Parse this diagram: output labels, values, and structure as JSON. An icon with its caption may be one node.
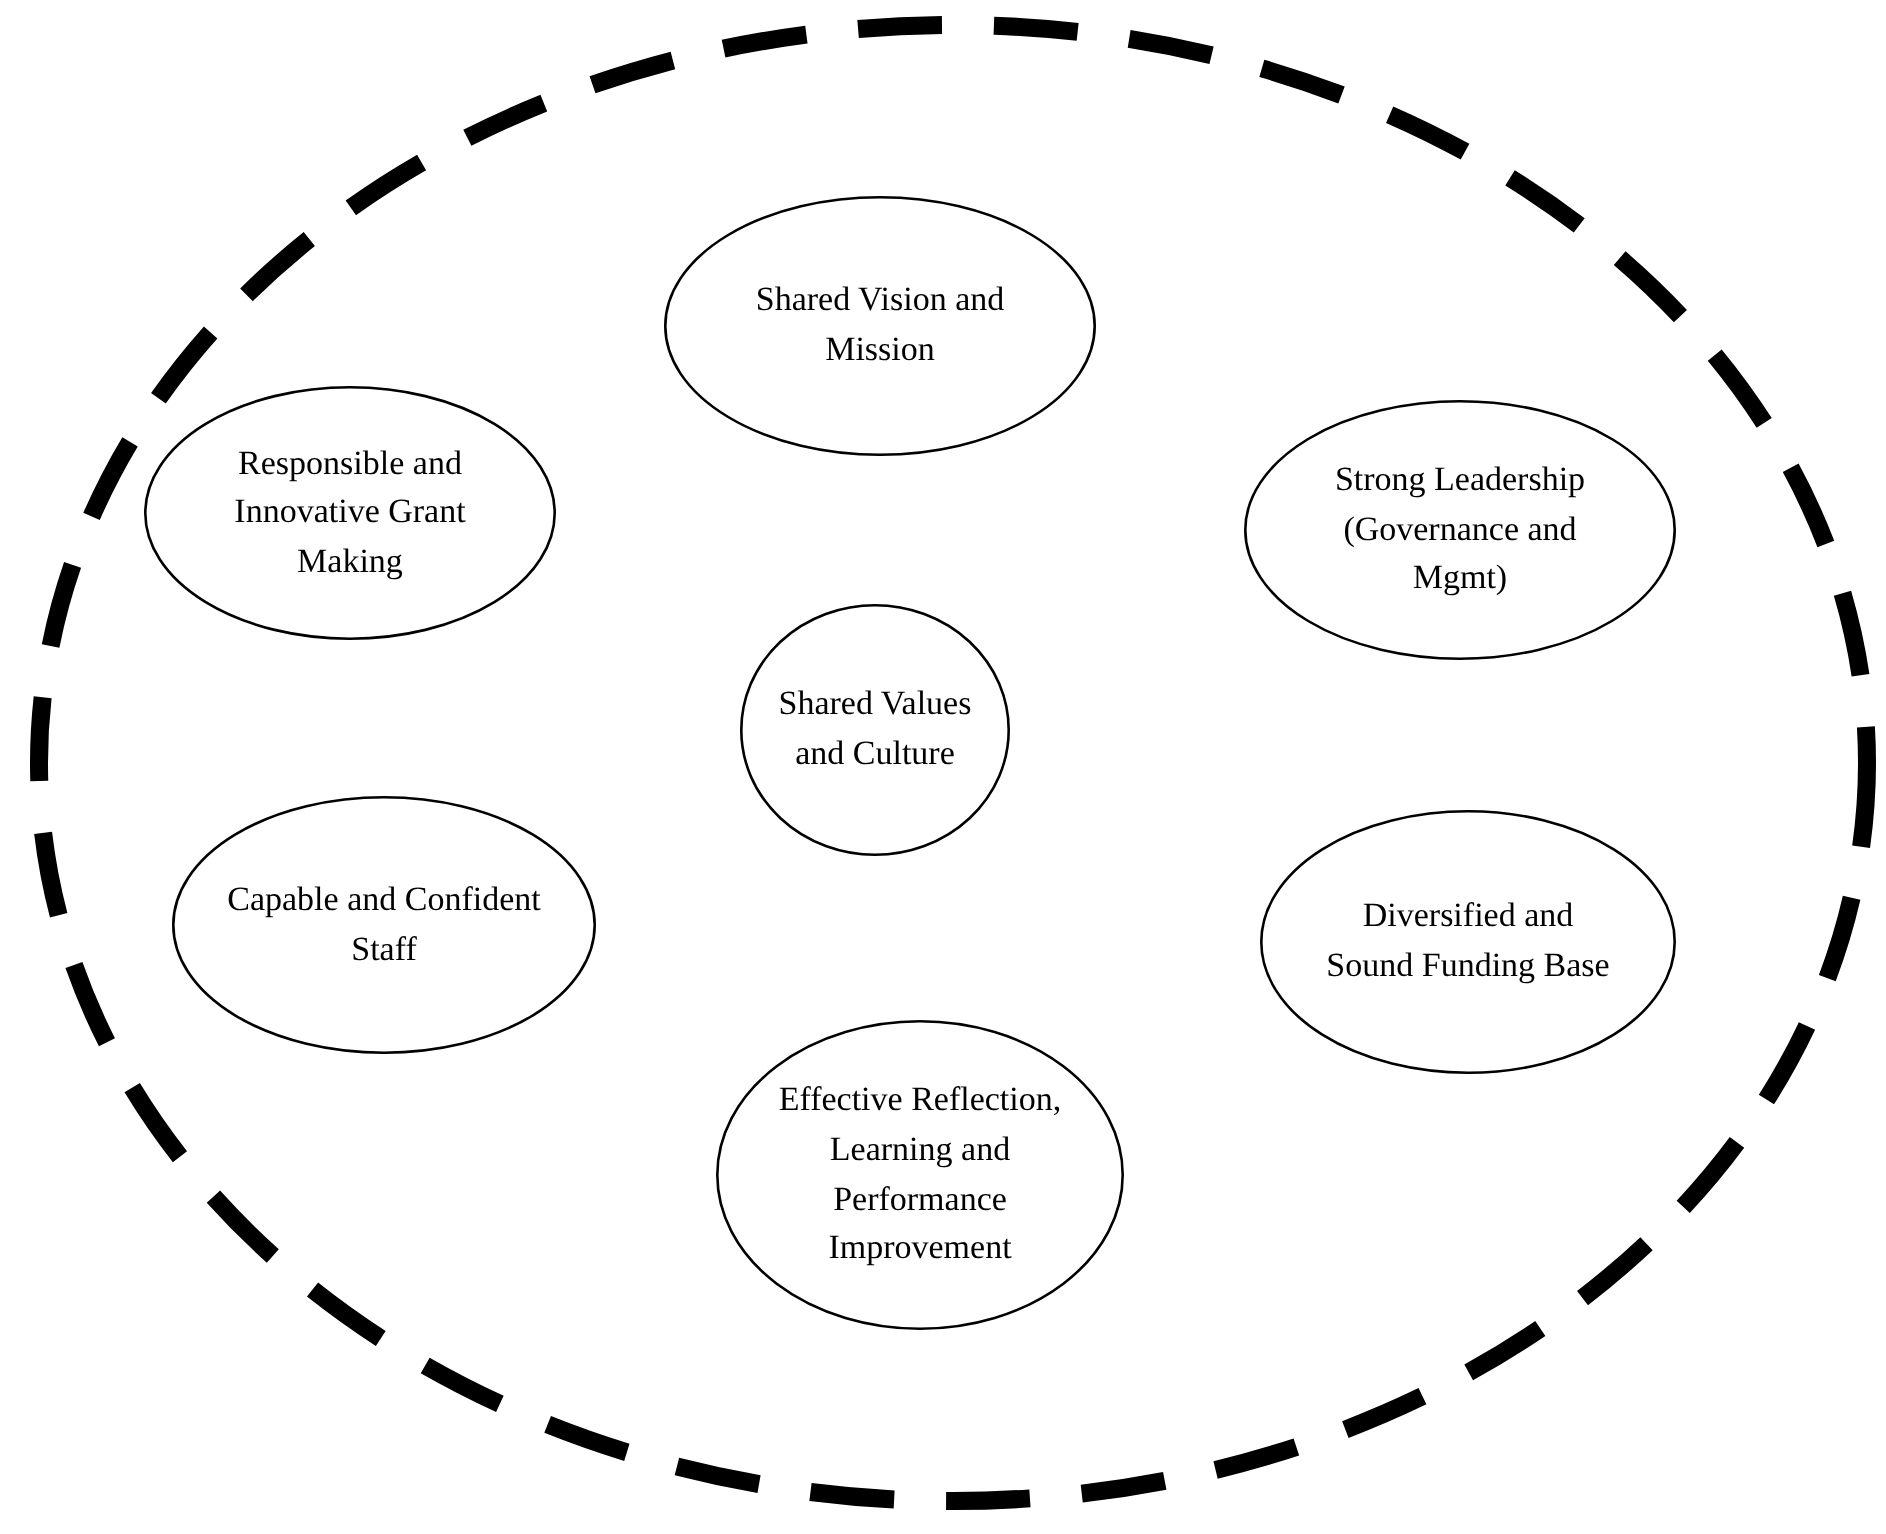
{
  "diagram": {
    "nodes": [
      {
        "text": [],
        "shape": "circle"
      },
      {
        "text": [
          "Shared Vision and Mission"
        ],
        "in": 0
      },
      {
        "text": [
          "Responsible and Innovative Grant Making"
        ],
        "in": 0
      },
      {
        "text": [
          "Strong Leadership (Governance and Mgmt)"
        ],
        "in": 0
      },
      {
        "text": [
          "Shared Values and Culture"
        ],
        "in": 0
      },
      {
        "text": [
          "Capable and Confident Staff"
        ],
        "in": 0
      },
      {
        "text": [
          "Diversified and Sound Funding Base"
        ],
        "in": 0
      },
      {
        "text": [
          "Effective Reflection, Learning and Performance Improvement"
        ],
        "in": 0
      }
    ]
  }
}
